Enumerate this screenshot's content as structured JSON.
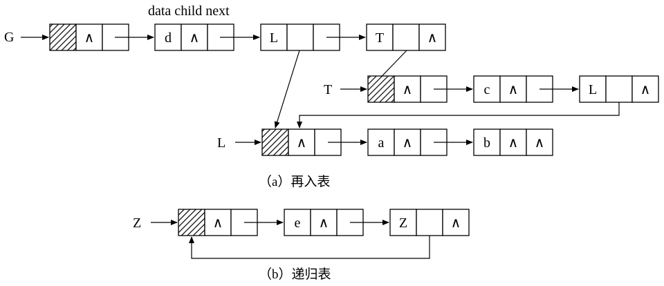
{
  "header": {
    "fields": "data child next"
  },
  "figure_a": {
    "caption": "（a）再入表",
    "g_label": "G",
    "t_label": "T",
    "l_label": "L",
    "row_g": {
      "node1": "d",
      "node2": "L",
      "node3": "T"
    },
    "row_t": {
      "node1": "c",
      "node2": "L"
    },
    "row_l": {
      "node1": "a",
      "node2": "b"
    }
  },
  "figure_b": {
    "caption": "（b）递归表",
    "z_label": "Z",
    "row_z": {
      "node1": "e",
      "node2": "Z"
    }
  },
  "null_symbol": "∧"
}
